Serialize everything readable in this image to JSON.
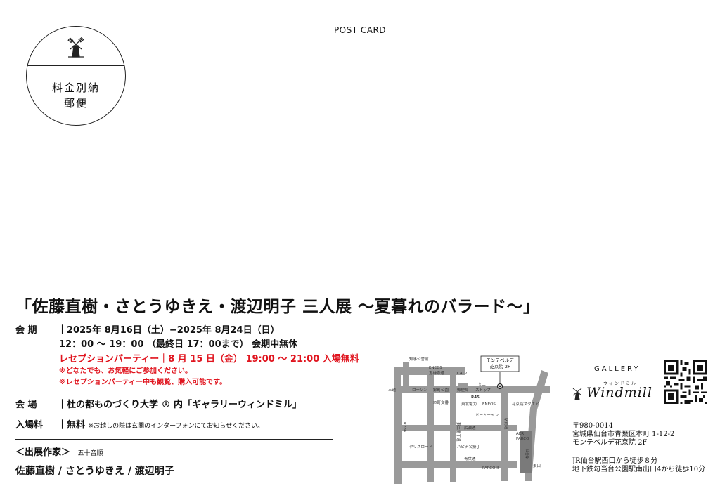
{
  "header": {
    "postcard_label": "POST CARD"
  },
  "stamp": {
    "line1": "料金別納",
    "line2": "郵便"
  },
  "title": "「佐藤直樹・さとうゆきえ・渡辺明子 三人展 〜夏暮れのバラード〜」",
  "period": {
    "label": "会 期",
    "dates": "｜2025年 8月16日（土）−2025年 8月24日（日）",
    "hours": "12：00 〜 19：00 （最終日 17：00まで） 会期中無休",
    "reception": "レセプションパーティー｜8 月 15 日（金） 19:00 〜 21:00 入場無料",
    "note1": "※どなたでも、お気軽にご参加ください。",
    "note2": "※レセプションパーティー中も観覧、購入可能です。"
  },
  "venue": {
    "label": "会 場",
    "value": "｜杜の都ものづくり大学 ® 内「ギャラリーウィンドミル」"
  },
  "admission": {
    "label": "入場料",
    "value": "｜無料",
    "note": "※お越しの際は玄関のインターフォンにてお知らせください。"
  },
  "artists": {
    "heading": "＜出展作家＞",
    "order_note": "五十音順",
    "names": "佐藤直樹 / さとうゆきえ / 渡辺明子"
  },
  "map": {
    "callout": [
      "モンテベルデ",
      "花京院 2F"
    ],
    "labels": {
      "chiji": "知事公舎前",
      "enesos_top": "ENEOS",
      "jozenji": "定禅寺通",
      "catv": "CATV",
      "sanko": "三越",
      "lawson": "ローソン",
      "kinko": "錦町公園",
      "post": "郵便局",
      "mini": "ミニ",
      "stop": "ストップ",
      "r45": "R45",
      "honcho": "本町交番",
      "tohoku": "東北電力",
      "eneos2": "ENEOS",
      "kakyoin": "花京院スクエア",
      "donki": "ドーミーイン",
      "ekimae": "駅前通",
      "r286": "R286",
      "hirose": "広瀬通",
      "aer": "AER",
      "parco": "PARCO",
      "clis": "クリスロード",
      "hapina": "ハピナ名掛丁",
      "aoba": "青葉通",
      "parco2": "PARCO II",
      "sendai": "仙台駅",
      "higashi": "東口",
      "higashi_ni": "東二番丁通"
    }
  },
  "gallery": {
    "label": "GALLERY",
    "kana": "ウィンドミル",
    "logo_text": "Windmill"
  },
  "address": {
    "zip": "〒980-0014",
    "line1": "宮城県仙台市青葉区本町 1-12-2",
    "line2": "モンテベルデ花京院 2F"
  },
  "access": {
    "line1": "JR仙台駅西口から徒歩８分",
    "line2": "地下鉄勾当台公園駅南出口4から徒歩10分"
  },
  "icons": {
    "stamp": "windmill-icon",
    "logo": "windmill-icon",
    "qr": "qr-code-icon"
  }
}
